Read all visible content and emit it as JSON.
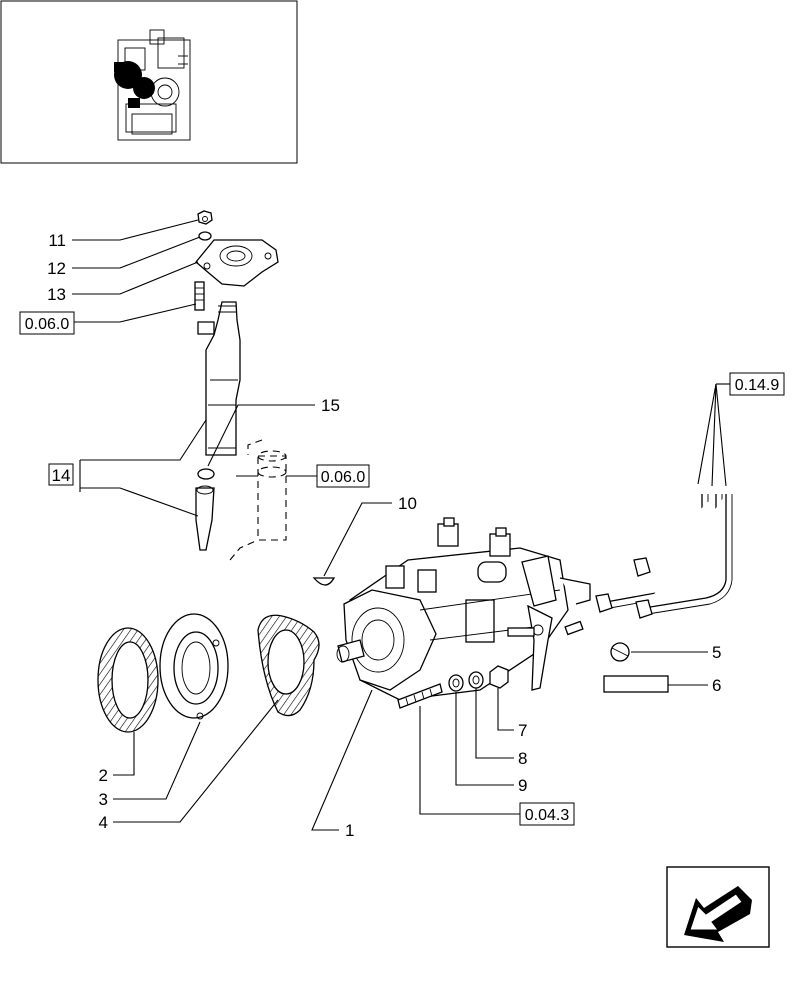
{
  "callouts": {
    "c1": "1",
    "c2": "2",
    "c3": "3",
    "c4": "4",
    "c5": "5",
    "c6": "6",
    "c7": "7",
    "c8": "8",
    "c9": "9",
    "c10": "10",
    "c11": "11",
    "c12": "12",
    "c13": "13",
    "c14": "14",
    "c15": "15"
  },
  "refs": {
    "r_0149": "0.14.9",
    "r_0060_a": "0.06.0",
    "r_0060_b": "0.06.0",
    "r_0043": "0.04.3"
  },
  "nav": {
    "icon": "arrow-back-icon"
  }
}
